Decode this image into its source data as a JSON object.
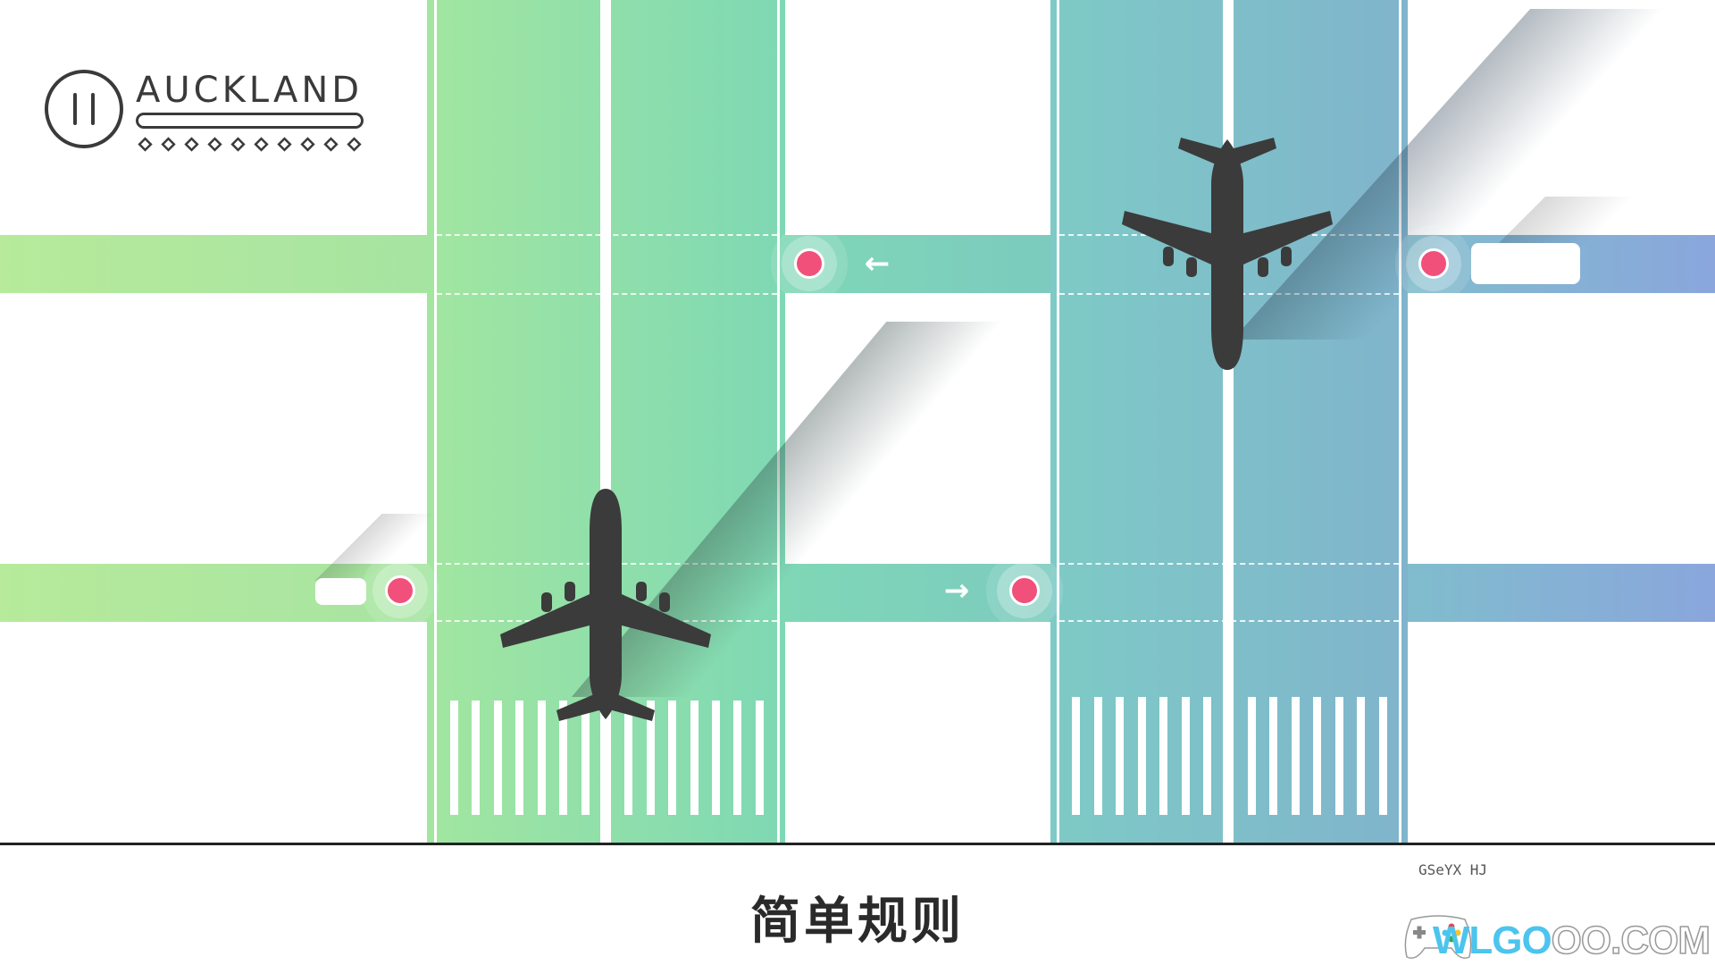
{
  "hud": {
    "city_name": "AUCKLAND",
    "pause_icon": "pause-icon",
    "progress_diamonds": 10
  },
  "roads": {
    "arrow_left": "←",
    "arrow_right": "→"
  },
  "caption": "简单规则",
  "watermark": {
    "tag": "GSeYX HJ",
    "brand": "WLGO",
    "brand_rest": "OO.COM"
  },
  "colors": {
    "signal": "#f0507a",
    "plane": "#3b3b3b",
    "ink": "#3a3a3a"
  }
}
